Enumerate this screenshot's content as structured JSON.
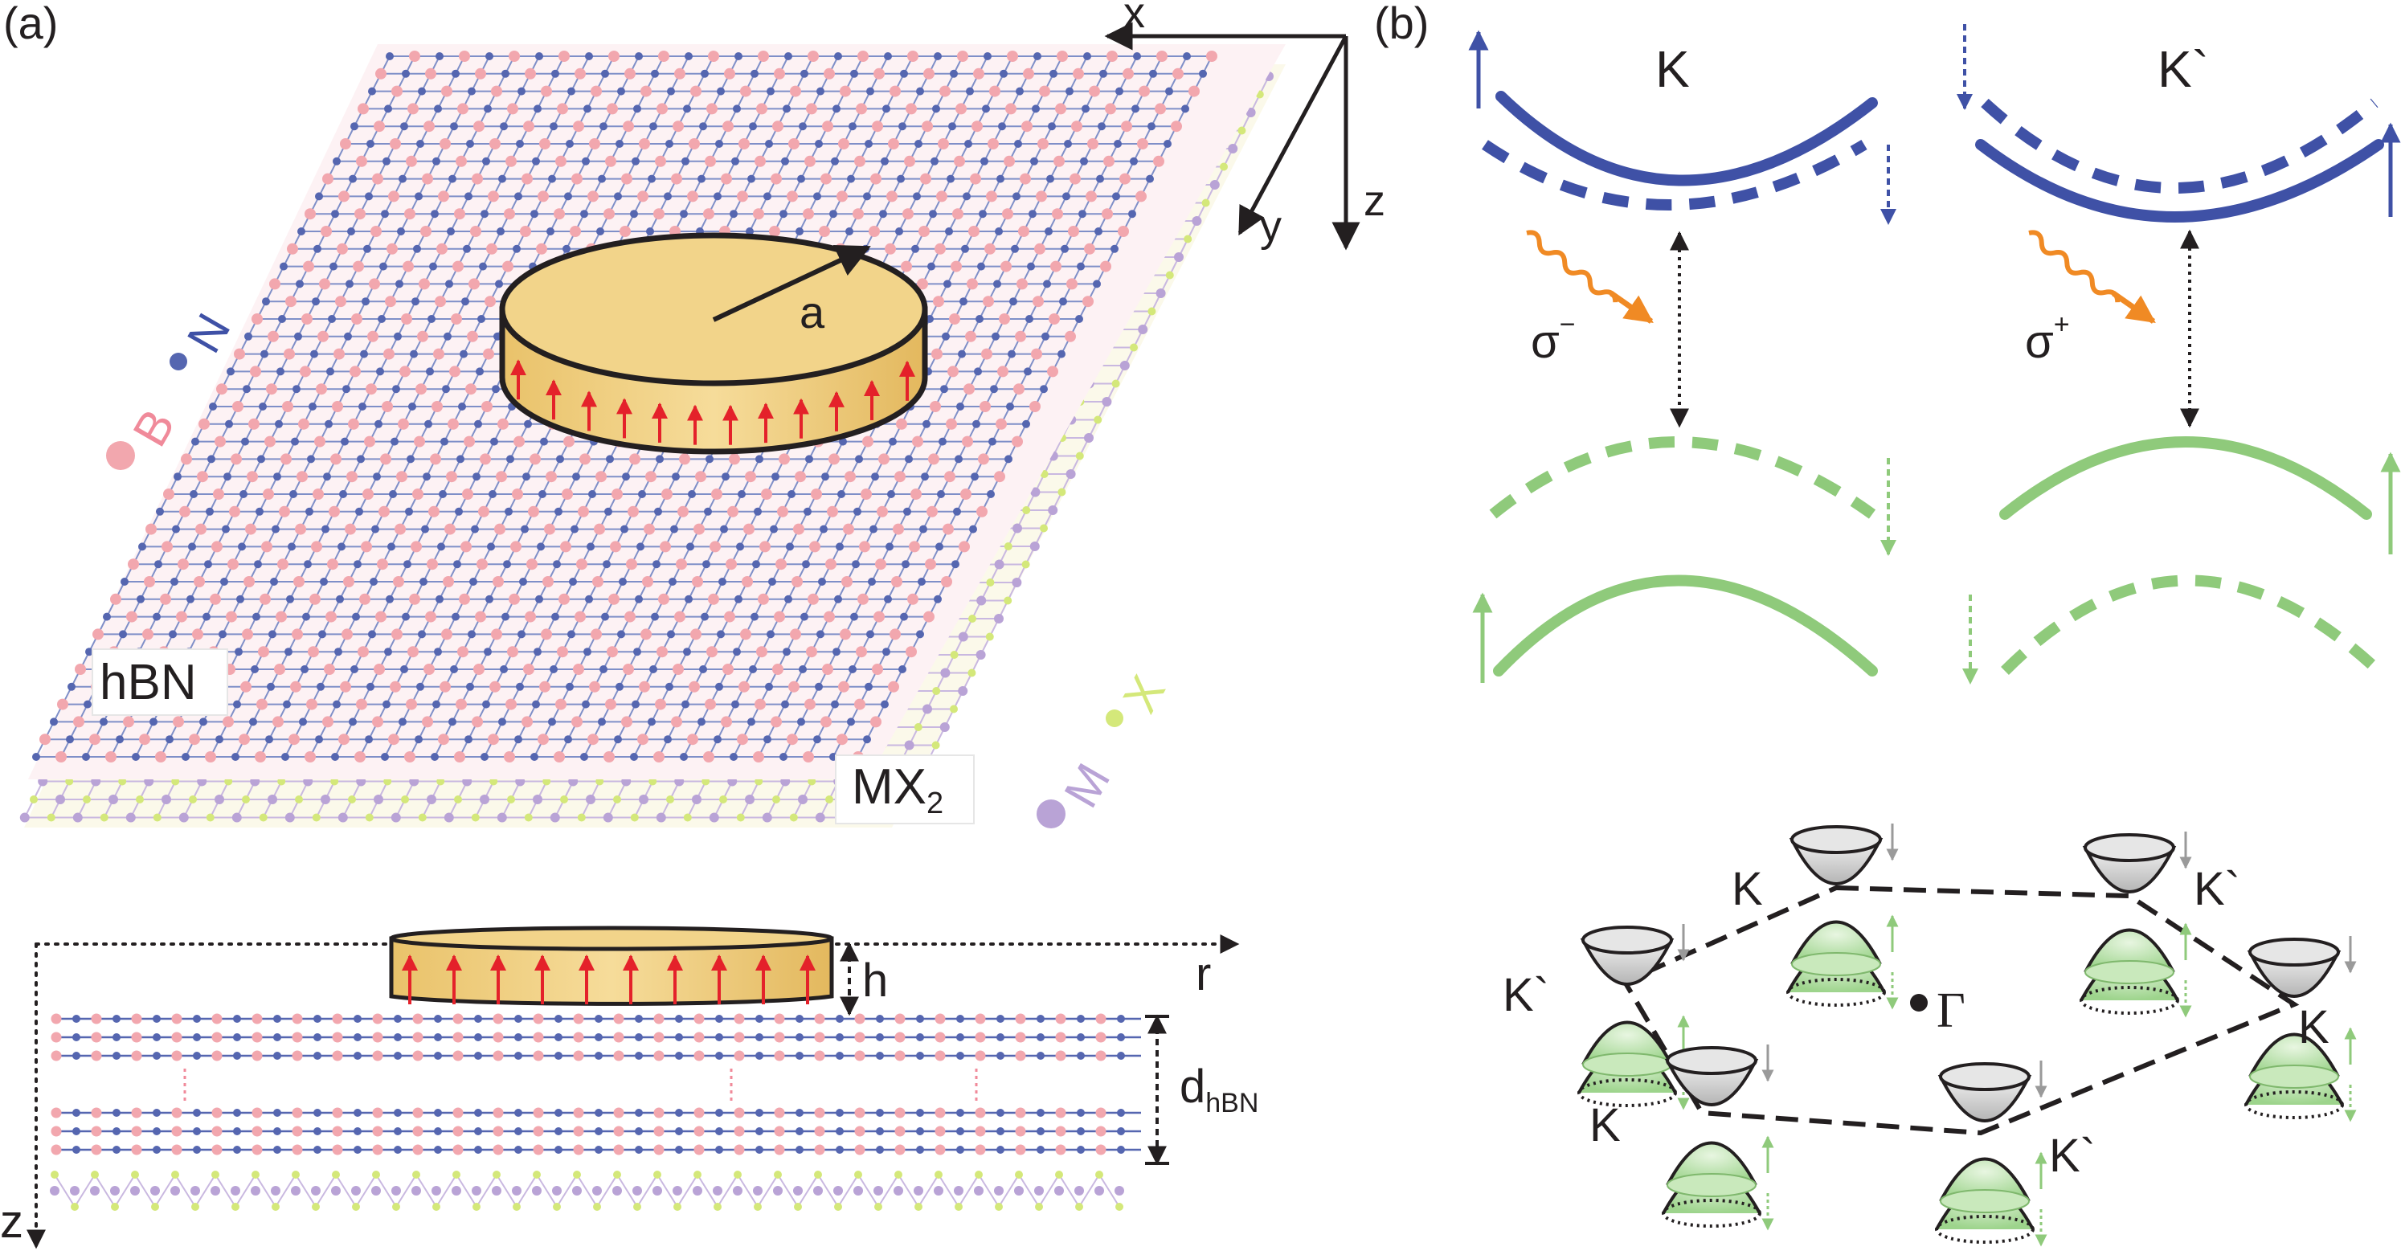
{
  "panel_a": {
    "label": "(a)",
    "axes": {
      "x": "x",
      "y": "y",
      "z": "z"
    },
    "disk_radius": "a",
    "atoms": {
      "boron": "B",
      "nitrogen": "N",
      "metal": "M",
      "chalcogen": "X"
    },
    "hbn_label": "hBN",
    "tmd_label": {
      "main": "MX",
      "sub": "2"
    },
    "cross_section": {
      "height_label": "h",
      "r_axis": "r",
      "z_axis": "z",
      "thickness_label": {
        "main": "d",
        "sub": "hBN"
      }
    }
  },
  "panel_b": {
    "label": "(b)",
    "valley_K": "K",
    "valley_Kp": "K`",
    "sigma_minus": {
      "base": "σ",
      "sup": "−"
    },
    "sigma_plus": {
      "base": "σ",
      "sup": "+"
    },
    "bz": {
      "labels": [
        "K",
        "K`",
        "K`",
        "K",
        "K",
        "K`"
      ],
      "center": "Γ"
    }
  },
  "colors": {
    "conduction_band": "#3f51a6",
    "valence_band": "#8fca7b",
    "photon": "#f08a24",
    "disk_fill": "#f2d48a",
    "boron": "#f2a7ae",
    "nitrogen": "#5566b0",
    "metal": "#b9a3d6",
    "chalcogen": "#d4e87a"
  }
}
